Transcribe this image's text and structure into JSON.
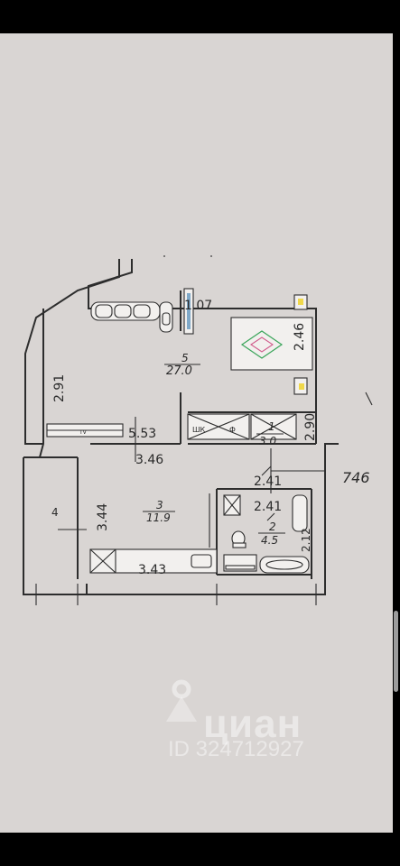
{
  "plan": {
    "rooms": [
      {
        "number": "5",
        "area": "27.0"
      },
      {
        "number": "3",
        "area": "11.9"
      },
      {
        "number": "2",
        "area": "4.5"
      },
      {
        "number": "1",
        "area": "3.0"
      },
      {
        "number": "4",
        "area": ""
      }
    ],
    "dimensions": [
      "1.07",
      "2.46",
      "2.91",
      "5.53",
      "3.46",
      "2.90",
      "2.41",
      "2.41",
      "3.44",
      "3.43",
      "2.12"
    ],
    "overall_label": "746",
    "fixture_labels": {
      "tv": "TV",
      "wardrobe": "ШК",
      "fridge": "Ф"
    }
  },
  "watermark": {
    "brand": "циан",
    "listing_id": "ID 324712927"
  },
  "colors": {
    "background": "#d9d5d3",
    "frame": "#000000",
    "lines": "#2d2d2d"
  }
}
